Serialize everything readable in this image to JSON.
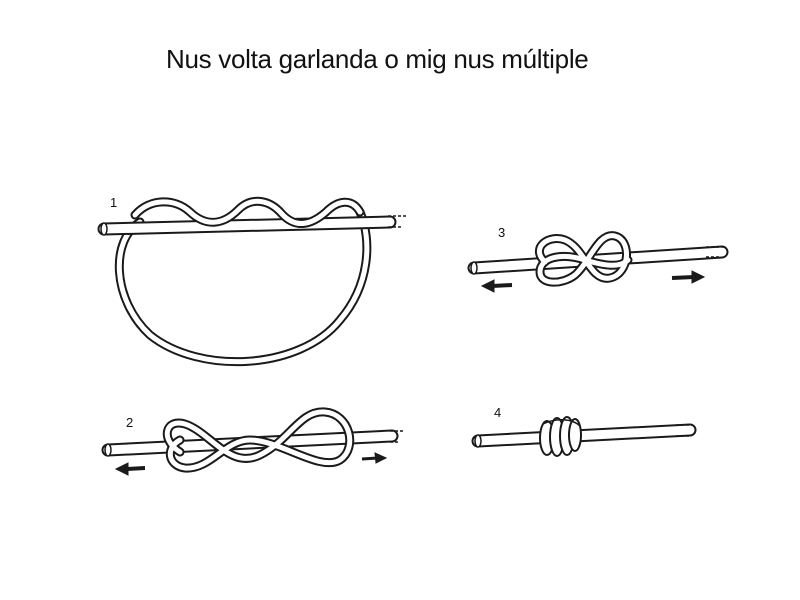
{
  "title": "Nus volta garlanda o mig nus múltiple",
  "steps": [
    {
      "number": "1"
    },
    {
      "number": "2"
    },
    {
      "number": "3"
    },
    {
      "number": "4"
    }
  ]
}
